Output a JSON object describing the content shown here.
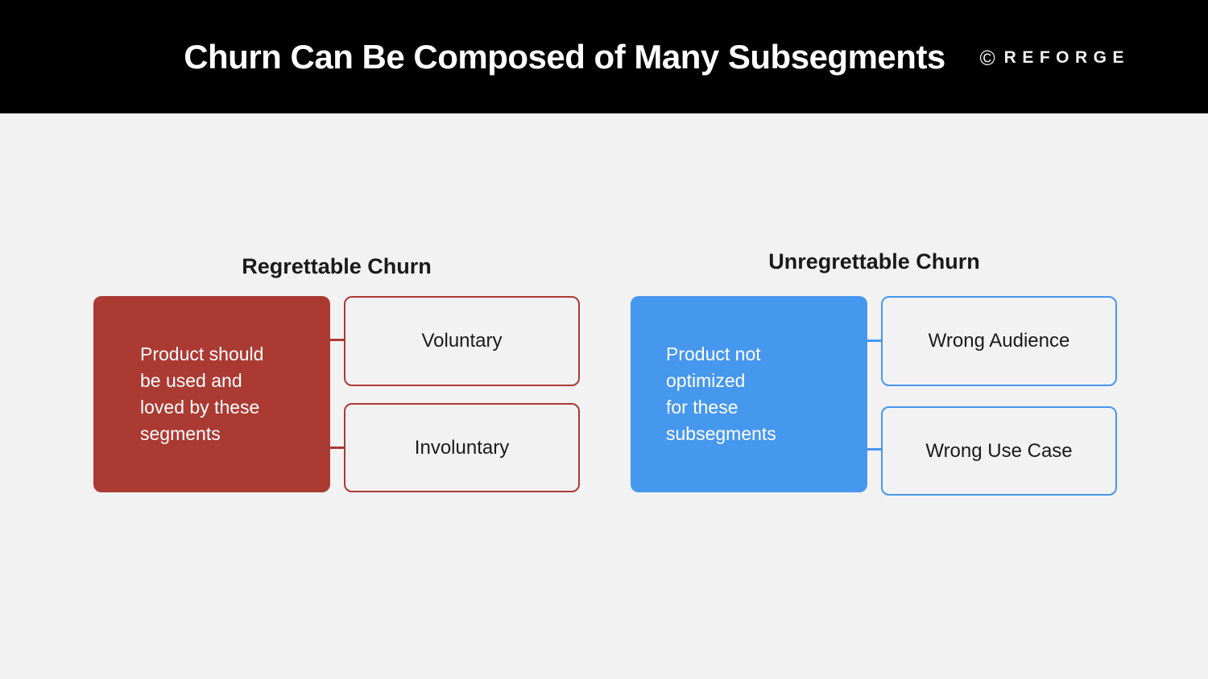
{
  "header": {
    "title": "Churn Can Be Composed of Many Subsegments",
    "logo": {
      "icon": "©",
      "text": "REFORGE"
    }
  },
  "colors": {
    "header_bg": "#000000",
    "bg": "#f2f2f2",
    "red": "#ab3a33",
    "blue": "#4697ee",
    "text_dark": "#1a1a1a",
    "text_light": "#ffffff"
  },
  "sections": {
    "regrettable": {
      "heading": "Regrettable Churn",
      "description_lines": [
        "Product should",
        "be used and",
        "loved by these",
        "segments"
      ],
      "subsegments": [
        "Voluntary",
        "Involuntary"
      ]
    },
    "unregrettable": {
      "heading": "Unregrettable Churn",
      "description_lines": [
        "Product not",
        "optimized",
        "for these",
        "subsegments"
      ],
      "subsegments": [
        "Wrong Audience",
        "Wrong Use Case"
      ]
    }
  }
}
